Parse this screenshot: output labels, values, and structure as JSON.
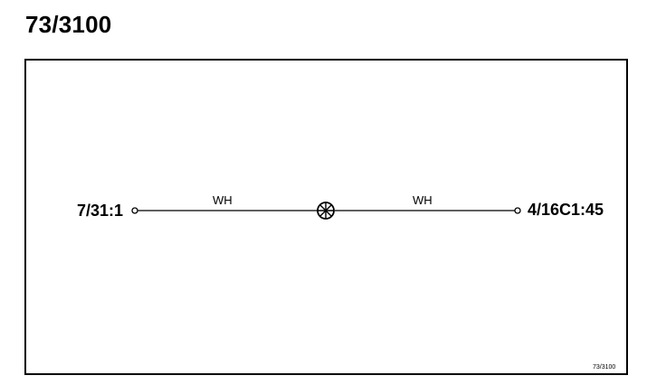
{
  "page": {
    "title": "73/3100",
    "figure_id": "73/3100"
  },
  "diagram": {
    "left_connector": "7/31:1",
    "right_connector": "4/16C1:45",
    "wire_left_color": "WH",
    "wire_right_color": "WH",
    "center_component": "lamp-icon"
  }
}
